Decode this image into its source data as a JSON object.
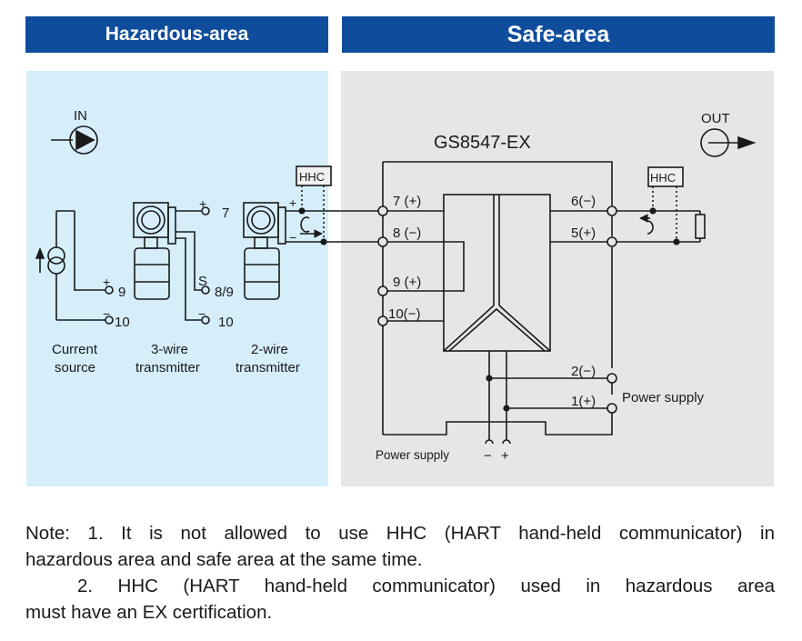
{
  "headers": {
    "hazardous": "Hazardous-area",
    "safe": "Safe-area"
  },
  "device": {
    "model": "GS8547-EX"
  },
  "signals": {
    "in_label": "IN",
    "out_label": "OUT"
  },
  "hazardous_devices": {
    "current_source": {
      "line1": "Current",
      "line2": "source"
    },
    "three_wire": {
      "line1": "3-wire",
      "line2": "transmitter"
    },
    "two_wire": {
      "line1": "2-wire",
      "line2": "transmitter"
    }
  },
  "field_terminals": {
    "plus": "+",
    "minus": "−",
    "s": "S",
    "t7": "7",
    "t9": "9",
    "t10a": "10",
    "t89": "8/9",
    "t10b": "10"
  },
  "hhc": {
    "left": "HHC",
    "right": "HHC",
    "plus": "+",
    "minus": "−"
  },
  "input_terminals": [
    "7 (+)",
    "8 (−)",
    "9 (+)",
    "10(−)"
  ],
  "output_terminals": [
    "6(−)",
    "5(+)"
  ],
  "power_terminals": [
    "2(−)",
    "1(+)"
  ],
  "power_labels": {
    "right": "Power supply",
    "bottom": "Power supply",
    "bottom_minus": "−",
    "bottom_plus": "+"
  },
  "notes": {
    "line1": "Note: 1. It is not allowed to use HHC (HART hand-held communicator) in",
    "line2": "hazardous area and safe area at the same time.",
    "line3": "2. HHC (HART hand-held communicator) used in hazardous area",
    "line4": "must have an EX certification."
  },
  "colors": {
    "header_bg": "#0f4d9c",
    "hazardous_bg": "#d5eefa",
    "safe_bg": "#e6e6e8"
  }
}
